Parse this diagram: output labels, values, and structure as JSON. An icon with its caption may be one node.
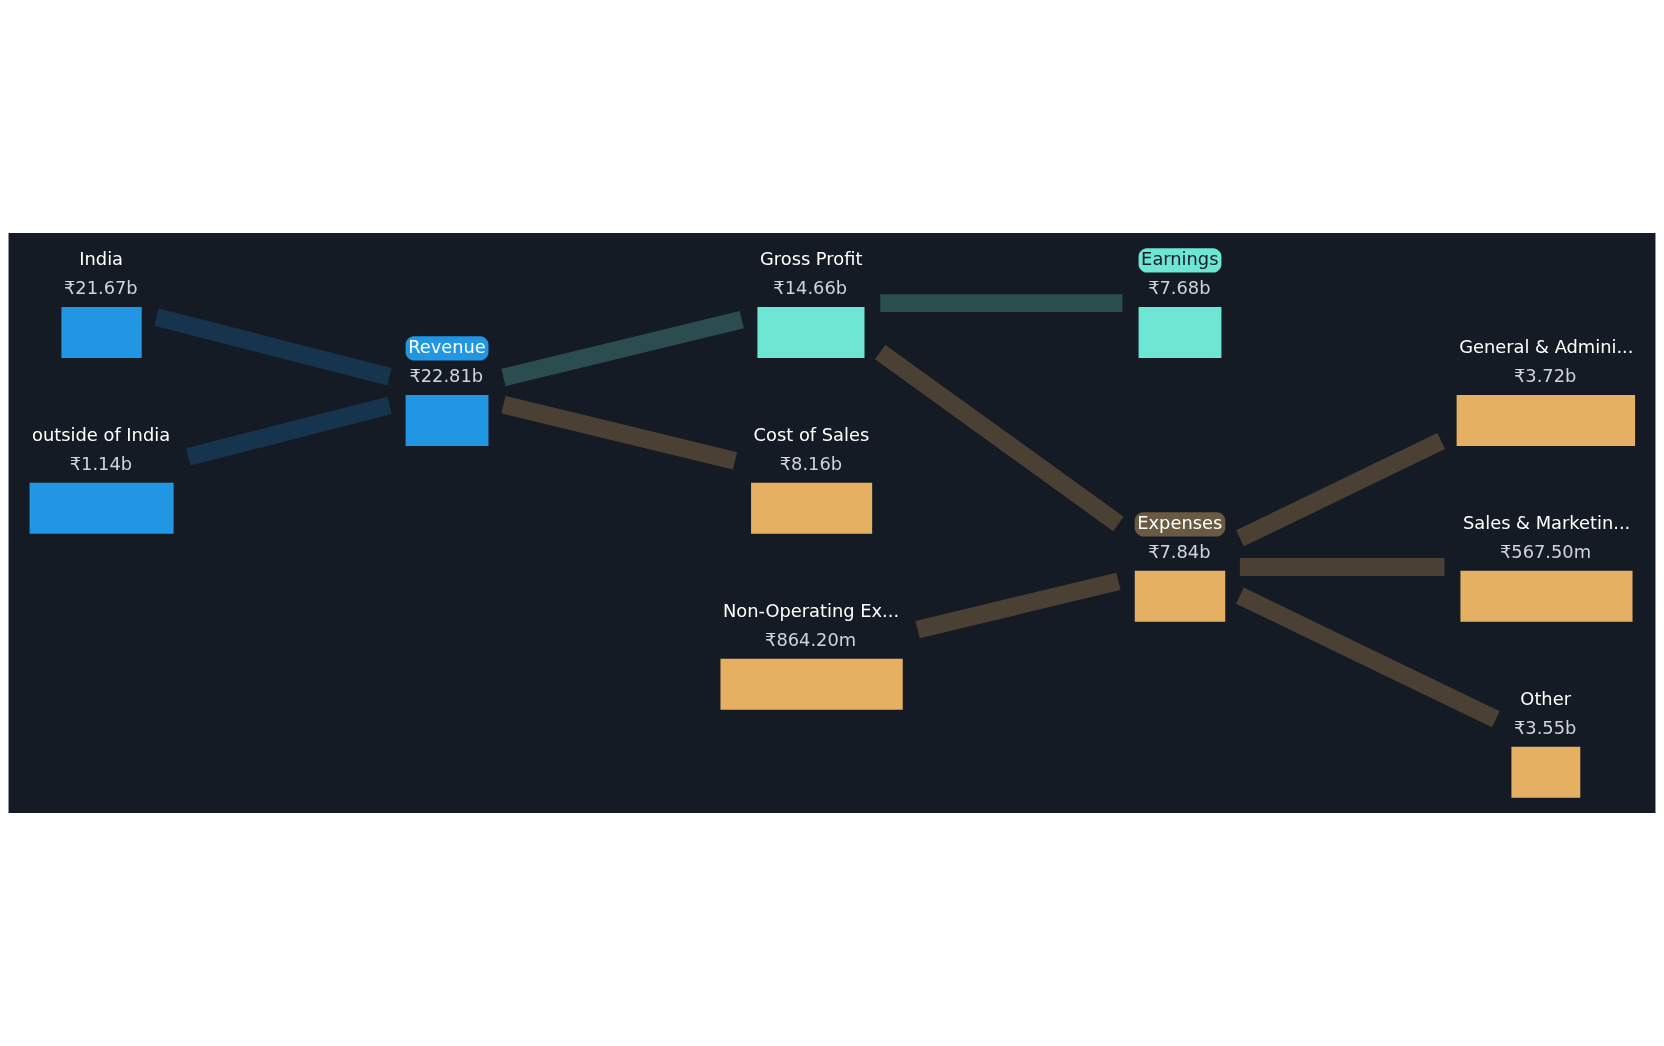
{
  "diagram": {
    "nodes": [
      {
        "text": [
          "India",
          "₹21.67b"
        ]
      },
      {
        "text": [
          "outside of India",
          "₹1.14b"
        ]
      },
      {
        "text": [
          "Revenue",
          "₹22.81b"
        ]
      },
      {
        "text": [
          "Gross Profit",
          "₹14.66b"
        ]
      },
      {
        "text": [
          "Non-Operating Ex...",
          "₹864.20m"
        ]
      },
      {
        "text": [
          "Cost of Sales",
          "₹8.16b"
        ]
      },
      {
        "text": [
          "Earnings",
          "₹7.68b"
        ]
      },
      {
        "text": [
          "Expenses",
          "₹7.84b"
        ]
      },
      {
        "text": [
          "General & Admini...",
          "₹3.72b"
        ]
      },
      {
        "text": [
          "Sales & Marketin...",
          "₹567.50m"
        ]
      },
      {
        "text": [
          "Other",
          "₹3.55b"
        ]
      }
    ],
    "edges": [
      {
        "from": 0,
        "to": 2,
        "arrow": "none",
        "color": "#17344f"
      },
      {
        "from": 1,
        "to": 2,
        "arrow": "none",
        "color": "#17344f"
      },
      {
        "from": 2,
        "to": 3,
        "arrow": "none",
        "color": "#2c4d50"
      },
      {
        "from": 2,
        "to": 5,
        "arrow": "none"
      },
      {
        "from": 3,
        "to": 6,
        "arrow": "none",
        "color": "#2c4d50"
      },
      {
        "from": 3,
        "to": 7,
        "arrow": "none"
      },
      {
        "from": 4,
        "to": 7,
        "arrow": "none"
      },
      {
        "from": 7,
        "to": 8,
        "arrow": "none"
      },
      {
        "from": 7,
        "to": 9,
        "arrow": "none"
      },
      {
        "from": 7,
        "to": 10,
        "arrow": "none"
      }
    ]
  }
}
